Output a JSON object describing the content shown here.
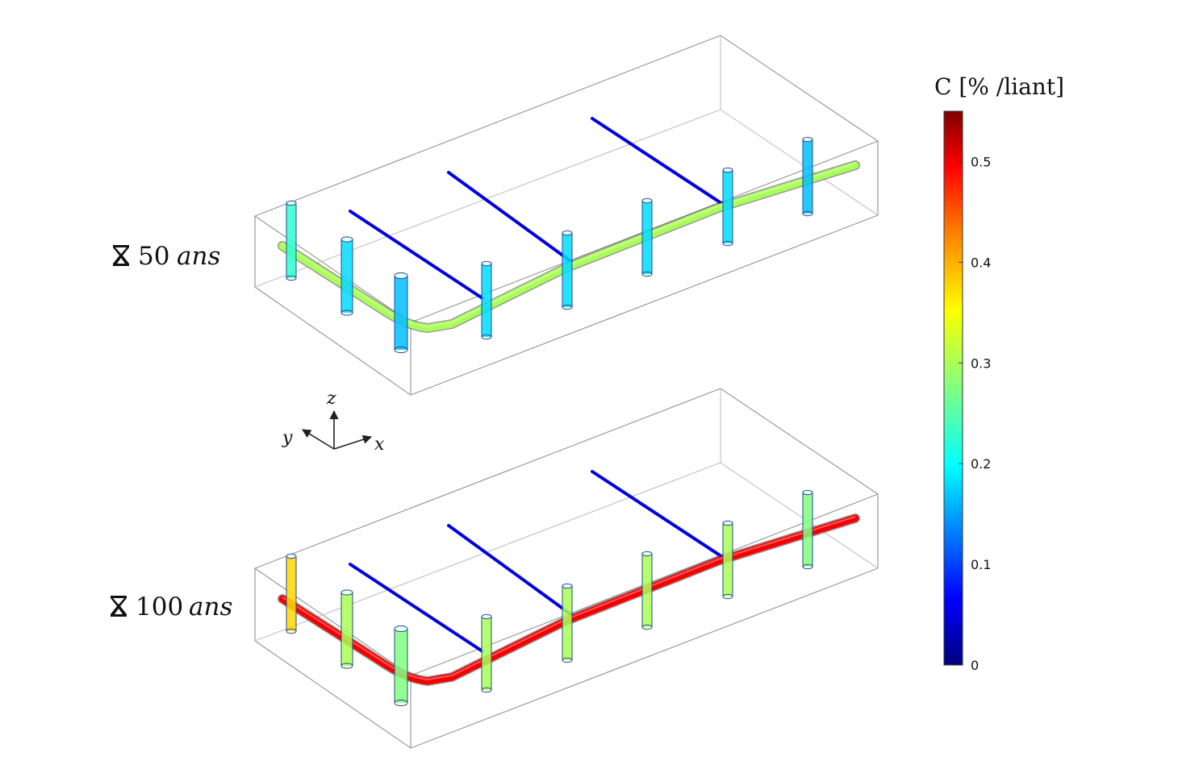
{
  "panels": [
    {
      "label_num": "50",
      "label_unit": "ans",
      "level": 0.3
    },
    {
      "label_num": "100",
      "label_unit": "ans",
      "level": 0.5
    }
  ],
  "axes": {
    "x": "x",
    "y": "y",
    "z": "z"
  },
  "colorbar": {
    "title": "C [% /liant]",
    "min": 0,
    "max": 0.55,
    "ticks": [
      "0.5",
      "0.4",
      "0.3",
      "0.2",
      "0.1",
      "0"
    ],
    "tick_values": [
      0.5,
      0.4,
      0.3,
      0.2,
      0.1,
      0
    ],
    "colormap": [
      "#00007f",
      "#0000ff",
      "#00ffff",
      "#80ff80",
      "#ffff00",
      "#ff8000",
      "#ff0000",
      "#7f0000"
    ]
  },
  "icons": {
    "time": "hourglass-icon"
  }
}
